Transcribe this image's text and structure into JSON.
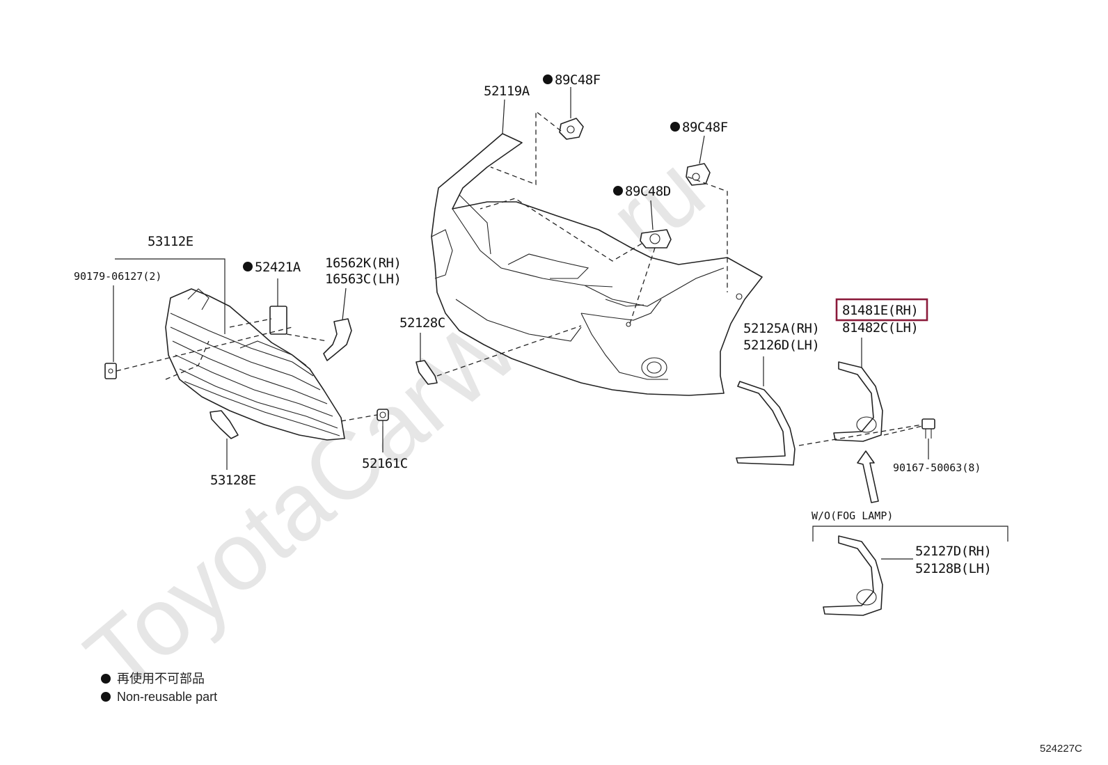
{
  "watermark": "ToyotaCarWine.ru",
  "labels": {
    "l_52119A": "52119A",
    "l_89C48F_a": "89C48F",
    "l_89C48F_b": "89C48F",
    "l_89C48D": "89C48D",
    "l_53112E": "53112E",
    "l_90179": "90179-06127(2)",
    "l_52421A": "52421A",
    "l_16562K": "16562K(RH)",
    "l_16563C": "16563C(LH)",
    "l_52128C": "52128C",
    "l_81481E": "81481E(RH)",
    "l_81482C": "81482C(LH)",
    "l_52125A": "52125A(RH)",
    "l_52126D": "52126D(LH)",
    "l_53128E": "53128E",
    "l_52161C": "52161C",
    "l_90167": "90167-50063(8)",
    "l_wo_fog": "W/O(FOG LAMP)",
    "l_52127D": "52127D(RH)",
    "l_52128B": "52128B(LH)"
  },
  "highlighted_part": "81481E(RH)",
  "legend": {
    "line1": "再使用不可部品",
    "line2": "Non-reusable part"
  },
  "reference_code": "524227C"
}
